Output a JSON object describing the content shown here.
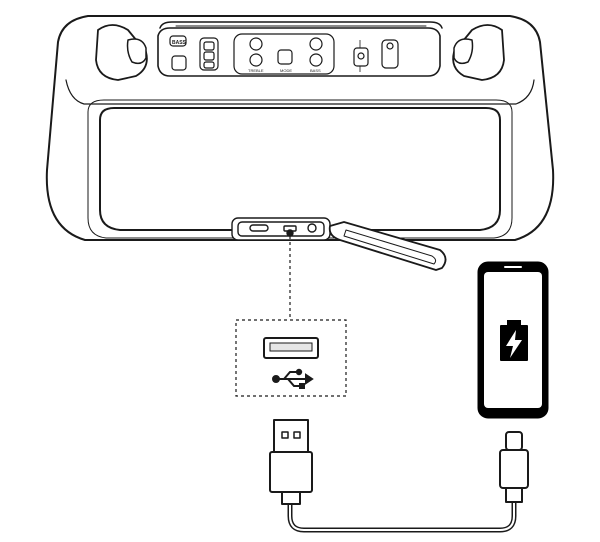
{
  "speaker": {
    "panel_labels": {
      "bass_top": "BASS",
      "treble": "TREBLE",
      "mode": "MODE",
      "bass": "BASS",
      "left_small": "BASS"
    }
  },
  "icons": {
    "usb_port": "usb-a-port-icon",
    "usb_symbol": "usb-symbol-icon",
    "battery_charging": "battery-charging-icon",
    "bluetooth": "bluetooth-icon",
    "power": "power-icon"
  },
  "colors": {
    "line": "#1a1a1a",
    "fill": "#ffffff",
    "port_fill": "#e6e6e6",
    "phone_body": "#000000"
  }
}
